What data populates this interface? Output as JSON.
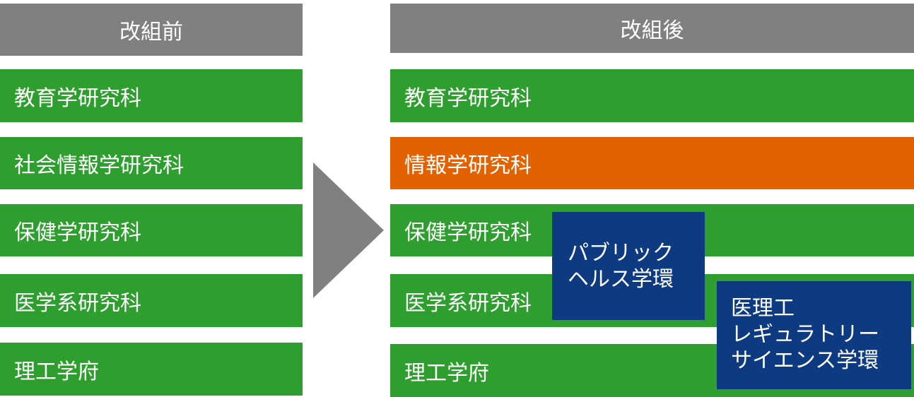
{
  "before": {
    "header": "改組前",
    "items": [
      "教育学研究科",
      "社会情報学研究科",
      "保健学研究科",
      "医学系研究科",
      "理工学府"
    ]
  },
  "after": {
    "header": "改組後",
    "items": [
      "教育学研究科",
      "情報学研究科",
      "保健学研究科",
      "医学系研究科",
      "理工学府"
    ],
    "public_health": [
      "パブリック",
      "ヘルス学環"
    ],
    "medical_science": [
      "医理工",
      "レギュラトリー",
      "サイエンス学環"
    ]
  },
  "colors": {
    "header": "#808080",
    "green": "#2e9e2e",
    "orange": "#e36100",
    "blue": "#0d3a80",
    "arrow": "#808080"
  }
}
